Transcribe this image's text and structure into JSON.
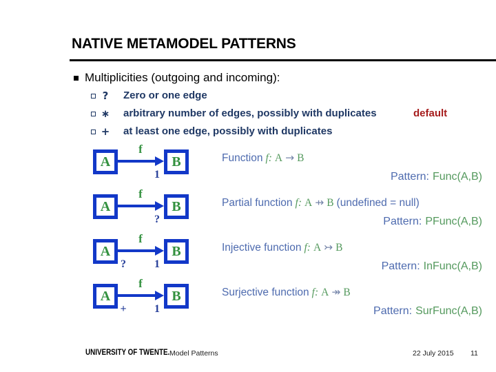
{
  "title": "NATIVE METAMODEL PATTERNS",
  "bullets": {
    "main": "Multiplicities (outgoing and incoming):",
    "items": [
      {
        "symbol": "?",
        "text": "Zero or one edge",
        "note": ""
      },
      {
        "symbol": "∗",
        "text": "arbitrary number of edges, possibly with duplicates",
        "note": "default"
      },
      {
        "symbol": "+",
        "text": "at least one edge, possibly with duplicates",
        "note": ""
      }
    ]
  },
  "diagrams": [
    {
      "source": "A",
      "target": "B",
      "edge": "f",
      "src_mult": "",
      "tgt_mult": "1",
      "desc": "Function",
      "formula_f": "f:",
      "formula_dom": "A",
      "formula_arrow": "→",
      "formula_cod": "B",
      "desc_suffix": "",
      "pattern_label": "Pattern:",
      "pattern_name": "Func(A,B)"
    },
    {
      "source": "A",
      "target": "B",
      "edge": "f",
      "src_mult": "",
      "tgt_mult": "?",
      "desc": "Partial function",
      "formula_f": "f:",
      "formula_dom": "A",
      "formula_arrow": "⇸",
      "formula_cod": "B",
      "desc_suffix": "(undefined = null)",
      "pattern_label": "Pattern:",
      "pattern_name": "PFunc(A,B)"
    },
    {
      "source": "A",
      "target": "B",
      "edge": "f",
      "src_mult": "?",
      "tgt_mult": "1",
      "desc": "Injective function",
      "formula_f": "f:",
      "formula_dom": "A",
      "formula_arrow": "↣",
      "formula_cod": "B",
      "desc_suffix": "",
      "pattern_label": "Pattern:",
      "pattern_name": "InFunc(A,B)"
    },
    {
      "source": "A",
      "target": "B",
      "edge": "f",
      "src_mult": "+",
      "tgt_mult": "1",
      "desc": "Surjective function",
      "formula_f": "f:",
      "formula_dom": "A",
      "formula_arrow": "↠",
      "formula_cod": "B",
      "desc_suffix": "",
      "pattern_label": "Pattern:",
      "pattern_name": "SurFunc(A,B)"
    }
  ],
  "footer": {
    "logo": "UNIVERSITY OF TWENTE.",
    "doc_title": "Model Patterns",
    "date": "22 July 2015",
    "page": "11"
  },
  "colors": {
    "box_blue": "#1238C8",
    "node_green": "#33913F",
    "navy": "#1F3864",
    "default_red": "#A61C1C",
    "desc_blue": "#3E5EA8",
    "desc_green": "#469150"
  }
}
